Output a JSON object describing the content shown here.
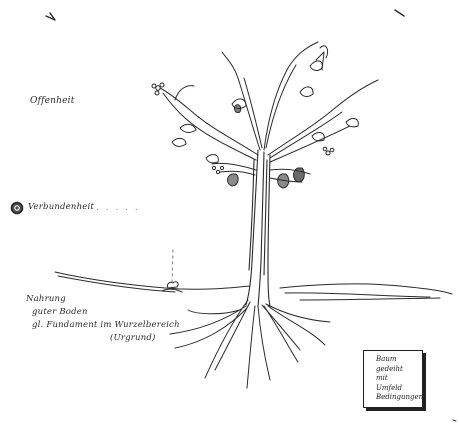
{
  "labels": {
    "offenheit": "Offenheit",
    "verbundenheit": "Verbundenheit",
    "verbundenheit_dots": ". . . . .",
    "nahrung": [
      "Nahrung",
      "guter Boden",
      "gl. Fundament im Wurzelbereich",
      "(Urgrund)"
    ]
  },
  "note": {
    "lines": [
      "Baum",
      "gedeiht",
      "mit",
      "Umfeld",
      "Bedingungen"
    ]
  },
  "colors": {
    "ink": "#2b2b2b",
    "paper": "#ffffff"
  },
  "icons": [
    "spiral-icon",
    "flower-icon",
    "fruit-icon",
    "leaf-icon"
  ]
}
